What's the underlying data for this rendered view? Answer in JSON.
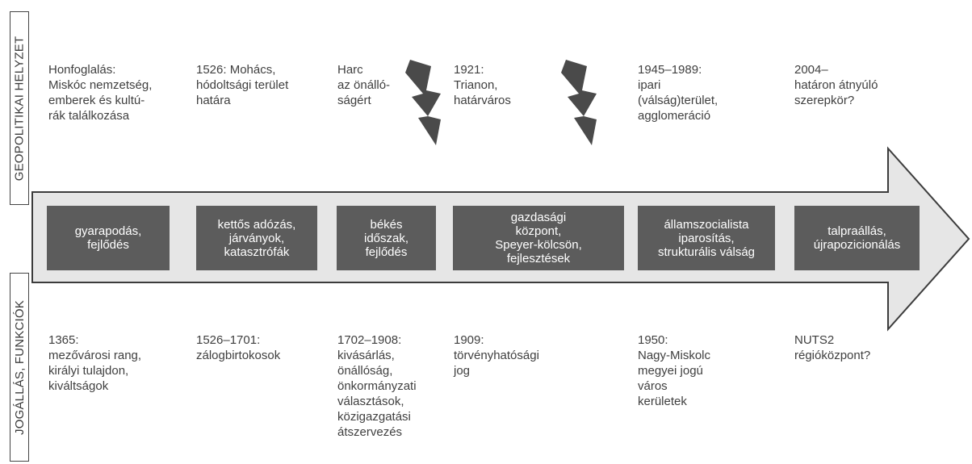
{
  "side_labels": {
    "top": "GEOPOLITIKAI HELYZET",
    "bottom": "JOGÁLLÁS, FUNKCIÓK"
  },
  "top_events": [
    "Honfoglalás:\nMiskóc nemzetség,\nemberek és kultú-\nrák találkozása",
    "1526: Mohács,\nhódoltsági terület\nhatára",
    "Harc\naz önálló-\nságért",
    "1921:\nTrianon,\nhatárváros",
    "1945–1989:\nipari\n(válság)terület,\nagglomeráció",
    "2004–\nhatáron átnyúló\nszerepkör?"
  ],
  "periods": [
    "gyarapodás,\nfejlődés",
    "kettős adózás,\njárványok,\nkatasztrófák",
    "békés\nidőszak,\nfejlődés",
    "gazdasági\nközpont,\nSpeyer-kölcsön,\nfejlesztések",
    "államszocialista\niparosítás,\nstrukturális válság",
    "talpraállás,\nújrapozicionálás"
  ],
  "bottom_events": [
    "1365:\nmezővárosi rang,\nkirályi tulajdon,\nkiváltságok",
    "1526–1701:\nzálogbirtokosok",
    "1702–1908:\nkivásárlás,\nönállóság,\nönkormányzati\nválasztások,\nközigazgatási\nátszervezés",
    "1909:\ntörvényhatósági\njog",
    "1950:\nNagy-Miskolc\nmegyei jogú\nváros\nkerületek",
    "NUTS2\nrégióközpont?"
  ],
  "colors": {
    "arrow_fill": "#e6e6e6",
    "arrow_stroke": "#3c3c3c",
    "box_fill": "#5c5c5c",
    "bolt_fill": "#4a4a4a"
  },
  "icons": [
    "lightning-bolt-icon",
    "lightning-bolt-icon"
  ]
}
